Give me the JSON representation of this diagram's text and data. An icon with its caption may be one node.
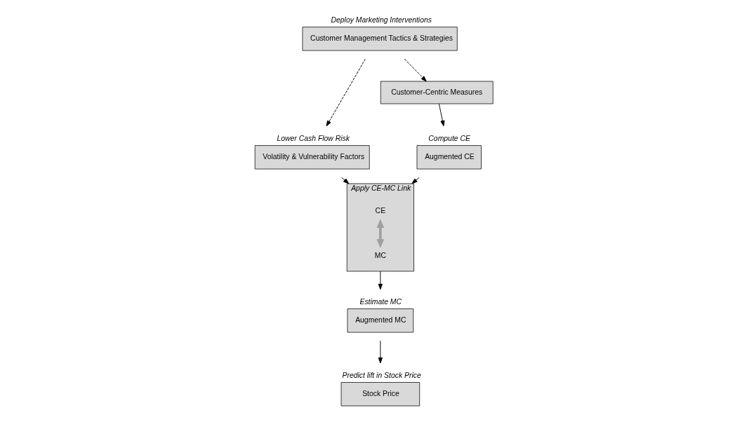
{
  "diagram": {
    "nodes": [
      {
        "text": [
          "Deploy Marketing Interventions",
          "Customer Management Tactics & Strategies"
        ]
      },
      {
        "text": [
          "Lower Cash Flow Risk",
          "Volatility & Vulnerability Factors"
        ]
      },
      {
        "text": [
          "Customer-Centric Measures"
        ]
      },
      {
        "text": [
          "Compute CE",
          "Augmented CE"
        ]
      },
      {
        "text": [
          "Apply CE-MC Link"
        ]
      },
      {
        "text": [
          "CE"
        ],
        "in": 4
      },
      {
        "text": [
          "MC"
        ],
        "in": 4
      },
      {
        "text": [
          "Estimate MC",
          "Augmented MC"
        ]
      },
      {
        "text": [
          "Predict lift in Stock Price",
          "Stock Price"
        ]
      }
    ],
    "edges": [
      {
        "from": 0,
        "to": 1,
        "arrow": "to",
        "style": "dashed"
      },
      {
        "from": 0,
        "to": 2,
        "arrow": "to",
        "style": "dashed"
      },
      {
        "from": 2,
        "to": 3,
        "arrow": "to"
      },
      {
        "from": 3,
        "to": 4,
        "arrow": "to"
      },
      {
        "from": 1,
        "to": 4,
        "arrow": "to"
      },
      {
        "from": 5,
        "to": 6,
        "arrow": "both",
        "style": "thick",
        "color": "#a0a0a0"
      },
      {
        "from": 4,
        "to": 7,
        "arrow": "to"
      },
      {
        "from": 7,
        "to": 8,
        "arrow": "to"
      }
    ]
  }
}
